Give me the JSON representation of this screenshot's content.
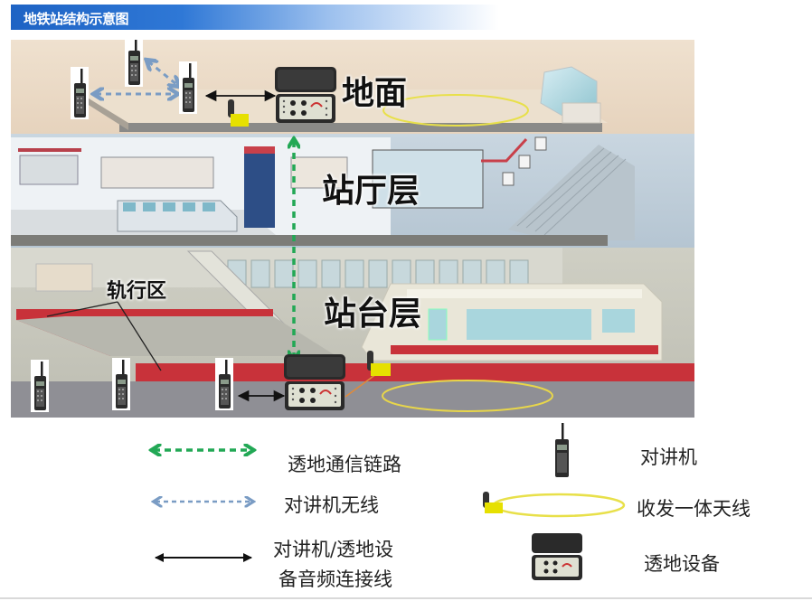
{
  "header": {
    "title": "地铁站结构示意图"
  },
  "diagram": {
    "layers": [
      {
        "id": "ground",
        "label": "地面"
      },
      {
        "id": "concourse",
        "label": "站厅层"
      },
      {
        "id": "platform",
        "label": "站台层"
      }
    ],
    "track_area_label": "轨行区",
    "colors": {
      "through_ground_link": "#22a855",
      "radio_wireless": "#7a9cc4",
      "audio_cable": "#111111",
      "antenna_loop": "#e8e04a",
      "platform_red": "#c8323a",
      "title_blue": "#1e63c4"
    }
  },
  "legend": {
    "items": [
      {
        "icon": "green-dashed-double-arrow",
        "label": "透地通信链路"
      },
      {
        "icon": "blue-dashed-double-arrow",
        "label": "对讲机无线"
      },
      {
        "icon": "black-solid-double-arrow",
        "label_line1": "对讲机/透地设",
        "label_line2": "备音频连接线"
      },
      {
        "icon": "walkie-talkie-icon",
        "label": "对讲机"
      },
      {
        "icon": "loop-antenna-icon",
        "label": "收发一体天线"
      },
      {
        "icon": "through-ground-device-icon",
        "label": "透地设备"
      }
    ]
  }
}
